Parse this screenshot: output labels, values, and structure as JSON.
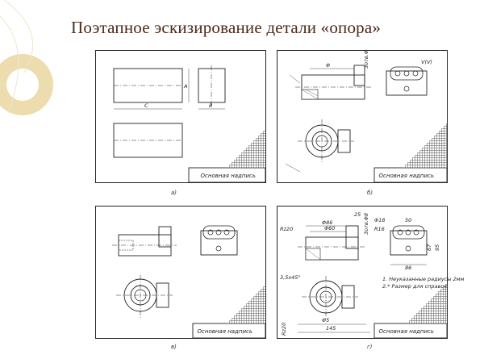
{
  "slide": {
    "title": "Поэтапное эскизирование детали «опора»"
  },
  "panels": [
    {
      "id": "a",
      "caption": "а)",
      "stamp": "Основная надпись",
      "dims": [
        "A",
        "C",
        "B"
      ]
    },
    {
      "id": "b",
      "caption": "б)",
      "stamp": "Основная надпись",
      "dims": [
        "Φ",
        "V(V)",
        "3отв.Φ"
      ]
    },
    {
      "id": "v",
      "caption": "в)",
      "stamp": "Основная надпись"
    },
    {
      "id": "g",
      "caption": "г)",
      "stamp": "Основная надпись",
      "dims": [
        "Φ86",
        "Φ60",
        "Rz20",
        "3,5x45°",
        "Rz20",
        "Φ5",
        "145",
        "86",
        "Φ18",
        "50",
        "25",
        "R16",
        "67",
        "95",
        "3отв.Φ8"
      ],
      "notes": [
        "1. Неуказанные радиусы 2мм",
        "2.* Размер для справок"
      ]
    }
  ],
  "colors": {
    "accent": "#e9d7a6",
    "accent_inner": "#f4e9c9",
    "ink": "#222222",
    "title": "#4a2a1a"
  }
}
